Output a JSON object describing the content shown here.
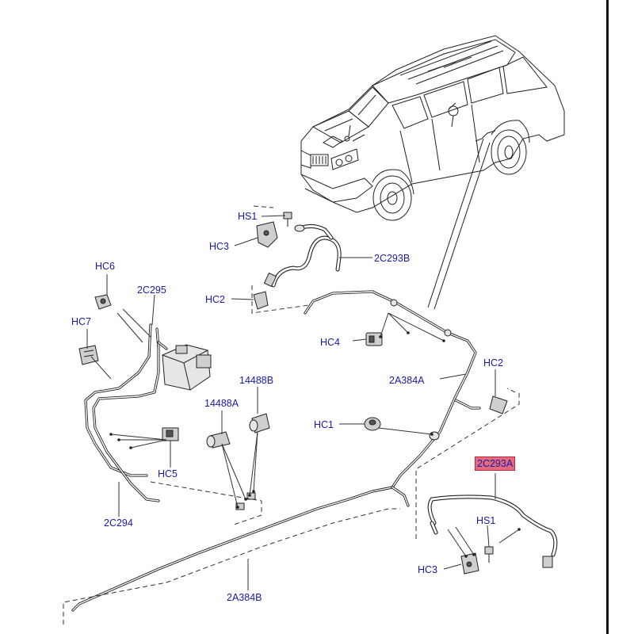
{
  "labels": {
    "hs1_top": "HS1",
    "hc3_top": "HC3",
    "c2c293b": "2C293B",
    "hc2_top": "HC2",
    "hc6": "HC6",
    "c2c295": "2C295",
    "hc7": "HC7",
    "hc4": "HC4",
    "a2a384a": "2A384A",
    "hc2_right": "HC2",
    "p14488b": "14488B",
    "p14488a": "14488A",
    "hc1": "HC1",
    "hc5": "HC5",
    "c2c293a": "2C293A",
    "hs1_bottom": "HS1",
    "c2c294": "2C294",
    "hc3_bottom": "HC3",
    "a2a384b": "2A384B"
  },
  "colors": {
    "label_text": "#1a1aa8",
    "highlight_fill": "#e36a7c",
    "line": "#222222"
  }
}
